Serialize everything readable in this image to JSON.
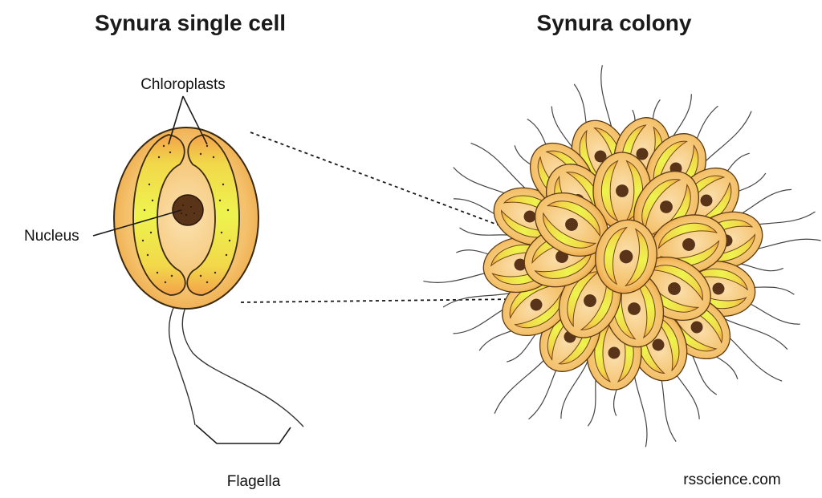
{
  "titles": {
    "single_cell": "Synura single cell",
    "colony": "Synura colony"
  },
  "labels": {
    "chloroplasts": "Chloroplasts",
    "nucleus": "Nucleus",
    "flagella": "Flagella"
  },
  "credit": "rsscience.com",
  "colors": {
    "cell_body": "#f2b552",
    "cell_outline": "#3a2a12",
    "chloroplast_yellow": "#eef04a",
    "chloroplast_tip": "#f09a3e",
    "cell_interior": "#f9ddb0",
    "nucleus": "#5a3418",
    "flagella": "#333333"
  }
}
